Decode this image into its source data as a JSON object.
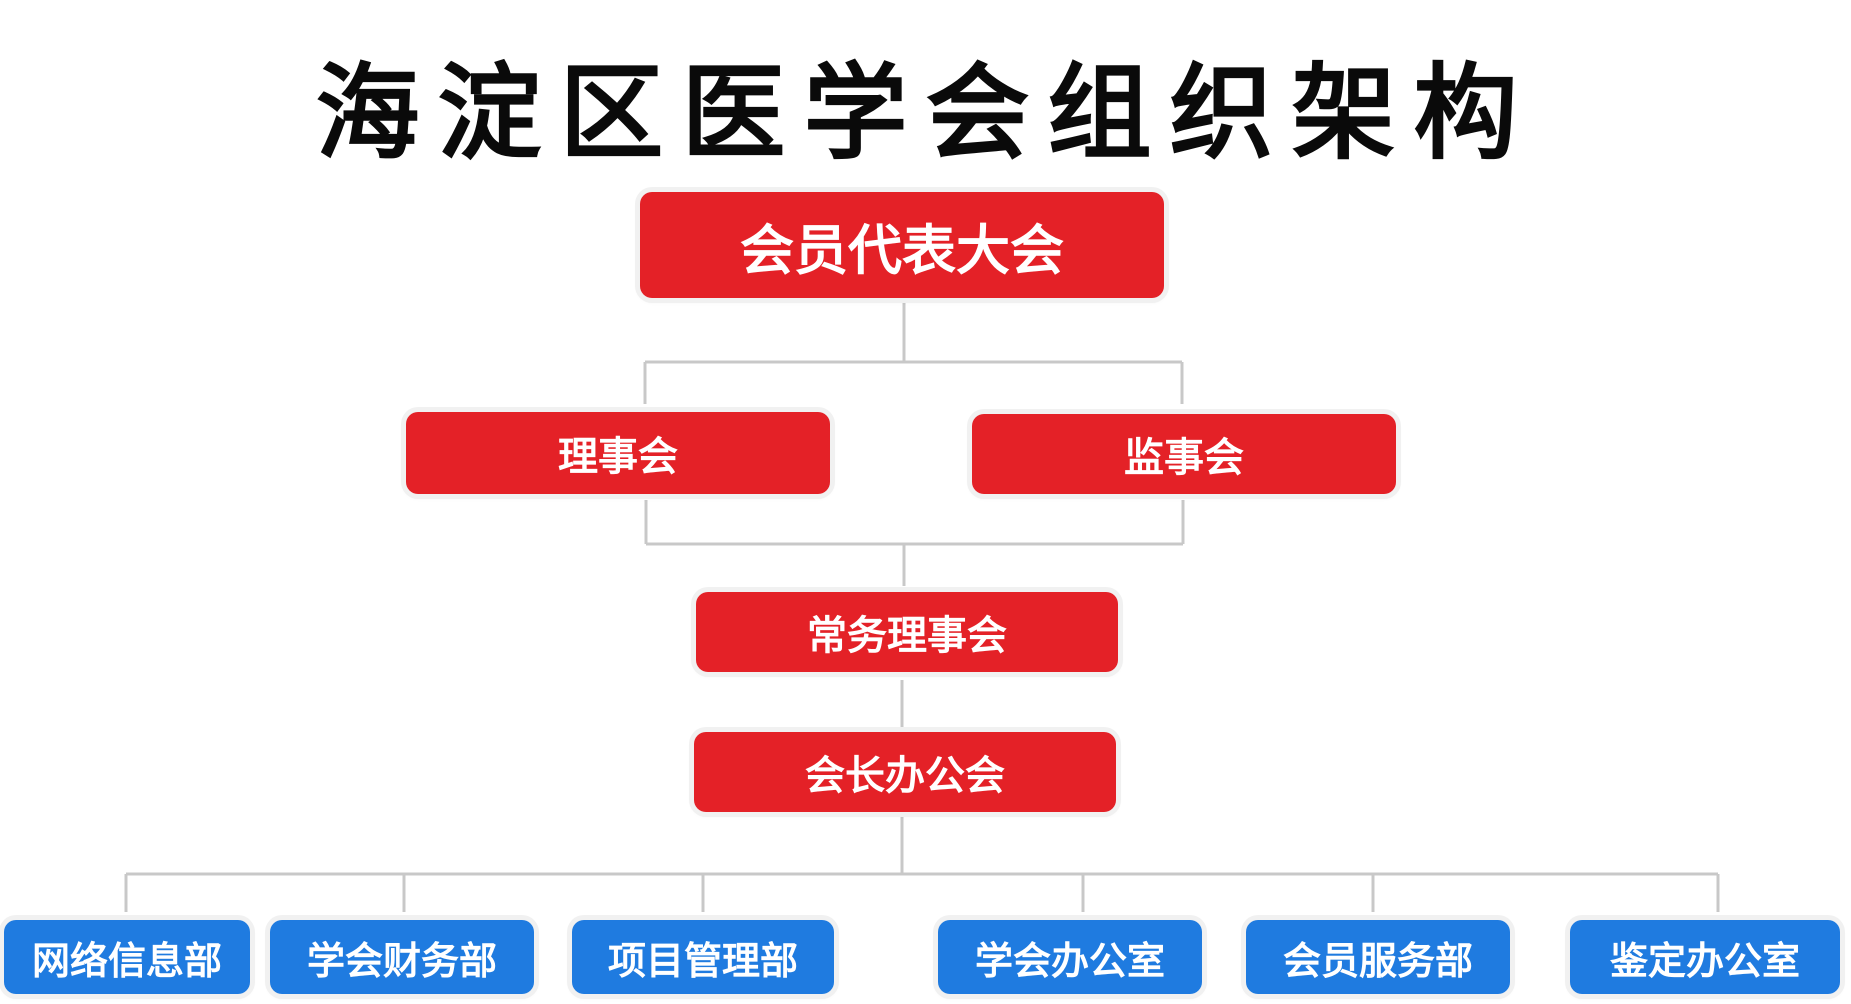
{
  "title": "海淀区医学会组织架构",
  "colors": {
    "governance": "#e42127",
    "department": "#1f7be0",
    "connector": "#c8c8c8"
  },
  "nodes": {
    "assembly": "会员代表大会",
    "council": "理事会",
    "supervisory": "监事会",
    "standing": "常务理事会",
    "president_office": "会长办公会",
    "departments": [
      "网络信息部",
      "学会财务部",
      "项目管理部",
      "学会办公室",
      "会员服务部",
      "鉴定办公室"
    ]
  }
}
